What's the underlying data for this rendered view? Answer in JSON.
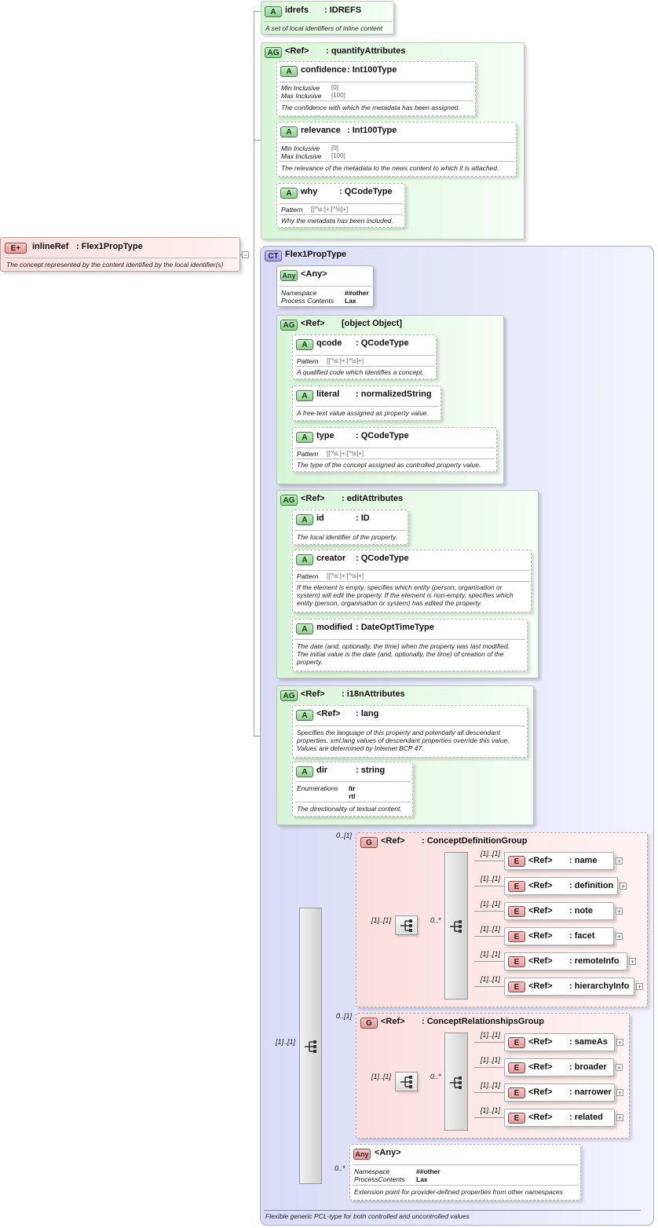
{
  "root": {
    "badge": "E+",
    "name": "inlineRef",
    "type": ": Flex1PropType",
    "doc": "The concept represented by the content identified by the local identifier(s)"
  },
  "idrefs": {
    "badge": "A",
    "name": "idrefs",
    "type": ": IDREFS",
    "doc": "A set of local identifiers of inline content"
  },
  "quantify": {
    "badge": "AG",
    "ref": "<Ref>",
    "type": ": quantifyAttributes",
    "confidence": {
      "badge": "A",
      "name": "confidence",
      "type": ": Int100Type",
      "min_label": "Min Inclusive",
      "min_value": "[0]",
      "max_label": "Max Inclusive",
      "max_value": "[100]",
      "doc": "The confidence with which the metadata has been assigned."
    },
    "relevance": {
      "badge": "A",
      "name": "relevance",
      "type": ": Int100Type",
      "min_label": "Min Inclusive",
      "min_value": "[0]",
      "max_label": "Max Inclusive",
      "max_value": "[100]",
      "doc": "The relevance of the metadata to the news content to which it is attached."
    },
    "why": {
      "badge": "A",
      "name": "why",
      "type": ": QCodeType",
      "pattern_label": "Pattern",
      "pattern_value": "[[^\\s:]+:[^\\s]+]",
      "doc": "Why the metadata has been included."
    }
  },
  "ct": {
    "badge": "CT",
    "name": "Flex1PropType",
    "doc": "Flexible generic PCL-type for both controlled and uncontrolled values"
  },
  "any1": {
    "badge": "Any",
    "name": "<Any>",
    "ns_label": "Namespace",
    "ns_value": "##other",
    "pc_label": "Process Contents",
    "pc_value": "Lax"
  },
  "flex": {
    "badge": "AG",
    "ref": "<Ref>",
    "type": {
      "badge": "A",
      "name": "type",
      "type": ": QCodeType",
      "pattern_label": "Pattern",
      "pattern_value": "[[^\\s:]+:[^\\s]+]",
      "doc": "The type of the concept assigned as controlled property value."
    },
    "qcode": {
      "badge": "A",
      "name": "qcode",
      "type": ": QCodeType",
      "pattern_label": "Pattern",
      "pattern_value": "[[^\\s:]+:[^\\s]+]",
      "doc": "A qualified code which identifies a concept."
    },
    "literal": {
      "badge": "A",
      "name": "literal",
      "type": ": normalizedString",
      "doc": "A free-text value assigned as property value."
    }
  },
  "edit": {
    "badge": "AG",
    "ref": "<Ref>",
    "type": ": editAttributes",
    "id": {
      "badge": "A",
      "name": "id",
      "type": ": ID",
      "doc": "The local identifier of the property."
    },
    "creator": {
      "badge": "A",
      "name": "creator",
      "type": ": QCodeType",
      "pattern_label": "Pattern",
      "pattern_value": "[[^\\s:]+:[^\\s]+]",
      "doc1": "If the element is empty, specifies which entity (person, organisation or",
      "doc2": "system) will edit the property. If the element is non-empty, specifies which",
      "doc3": "entity (person, organisation or system) has edited the property."
    },
    "modified": {
      "badge": "A",
      "name": "modified",
      "type": ": DateOptTimeType",
      "doc1": "The date (and, optionally, the time) when the property was last modified.",
      "doc2": "The initial value is the date (and, optionally, the time) of creation of the",
      "doc3": "property."
    }
  },
  "i18n": {
    "badge": "AG",
    "ref": "<Ref>",
    "type": ": i18nAttributes",
    "lang": {
      "badge": "A",
      "ref": "<Ref>",
      "type": ": lang",
      "doc1": "Specifies the language of this property and potentially all descendant",
      "doc2": "properties. xml:lang values of descendant properties override this value.",
      "doc3": "Values are determined by Internet BCP 47."
    },
    "dir": {
      "badge": "A",
      "name": "dir",
      "type": ": string",
      "enum_label": "Enumerations",
      "enum1": "ltr",
      "enum2": "rtl",
      "doc": "The directionality of textual content."
    }
  },
  "cdg": {
    "card": "0..[1]",
    "badge": "G",
    "ref": "<Ref>",
    "type": ": ConceptDefinitionGroup",
    "seq_card": "[1]..[1]",
    "choice_card": "0..*",
    "items": [
      {
        "card": "[1]..[1]",
        "badge": "E",
        "ref": "<Ref>",
        "type": ": name"
      },
      {
        "card": "[1]..[1]",
        "badge": "E",
        "ref": "<Ref>",
        "type": ": definition"
      },
      {
        "card": "[1]..[1]",
        "badge": "E",
        "ref": "<Ref>",
        "type": ": note"
      },
      {
        "card": "[1]..[1]",
        "badge": "E",
        "ref": "<Ref>",
        "type": ": facet"
      },
      {
        "card": "[1]..[1]",
        "badge": "E",
        "ref": "<Ref>",
        "type": ": remoteInfo"
      },
      {
        "card": "[1]..[1]",
        "badge": "E",
        "ref": "<Ref>",
        "type": ": hierarchyInfo"
      }
    ]
  },
  "crg": {
    "card": "0..[1]",
    "badge": "G",
    "ref": "<Ref>",
    "type": ": ConceptRelationshipsGroup",
    "seq_card": "[1]..[1]",
    "choice_card": "0..*",
    "items": [
      {
        "card": "[1]..[1]",
        "badge": "E",
        "ref": "<Ref>",
        "type": ": sameAs"
      },
      {
        "card": "[1]..[1]",
        "badge": "E",
        "ref": "<Ref>",
        "type": ": broader"
      },
      {
        "card": "[1]..[1]",
        "badge": "E",
        "ref": "<Ref>",
        "type": ": narrower"
      },
      {
        "card": "[1]..[1]",
        "badge": "E",
        "ref": "<Ref>",
        "type": ": related"
      }
    ]
  },
  "main_choice_card": "[1]..[1]",
  "any2": {
    "card": "0..*",
    "badge": "Any",
    "name": "<Any>",
    "ns_label": "Namespace",
    "ns_value": "##other",
    "pc_label": "ProcessContents",
    "pc_value": "Lax",
    "doc": "Extension point for provider-defined properties from other namespaces"
  },
  "plus_symbol": "+"
}
